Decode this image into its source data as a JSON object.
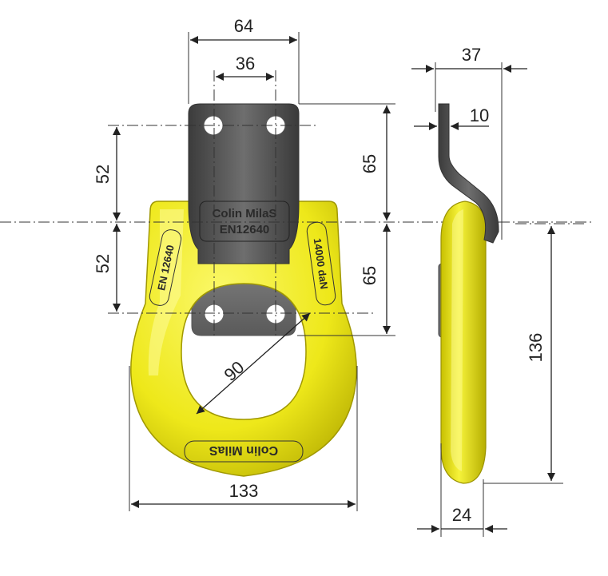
{
  "dimensions": {
    "d64": "64",
    "d36": "36",
    "d37": "37",
    "d10": "10",
    "d52_top": "52",
    "d52_bottom": "52",
    "d65_top": "65",
    "d65_bottom": "65",
    "d90": "90",
    "d136": "136",
    "d133": "133",
    "d24": "24"
  },
  "markings": {
    "plate_brand": "Colin MilaS",
    "plate_standard": "EN12640",
    "ring_left": "EN 12640",
    "ring_right": "14000 daN",
    "ring_bottom": "Colin MilaS"
  },
  "colors": {
    "ring_yellow": "#f2ee1a",
    "ring_shadow": "#b8b000",
    "plate_dark": "#4a4a4a",
    "plate_light": "#7a7a7a"
  }
}
